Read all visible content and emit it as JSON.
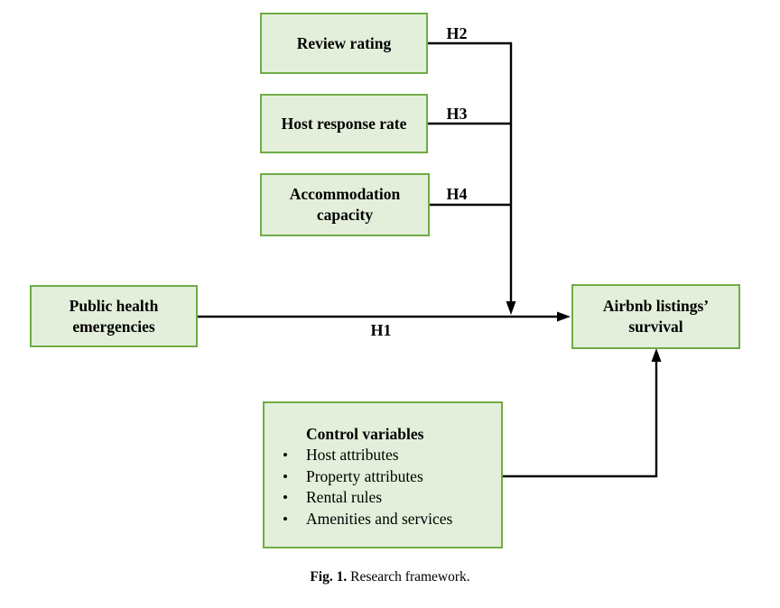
{
  "diagram": {
    "boxes": {
      "review_rating": {
        "label": "Review rating"
      },
      "host_response_rate": {
        "label": "Host response rate"
      },
      "accommodation_capacity": {
        "label": "Accommodation capacity"
      },
      "public_health_emergencies": {
        "label": "Public health emergencies"
      },
      "airbnb_survival": {
        "label": "Airbnb listings’ survival"
      },
      "control_variables": {
        "title": "Control variables",
        "bullet": "•",
        "items": [
          "Host attributes",
          "Property attributes",
          "Rental rules",
          "Amenities and services"
        ]
      }
    },
    "hypotheses": {
      "h1": "H1",
      "h2": "H2",
      "h3": "H3",
      "h4": "H4"
    },
    "colors": {
      "box_fill": "#e3efda",
      "box_border": "#6fac46",
      "line": "#000000"
    }
  },
  "caption": {
    "prefix": "Fig. 1.",
    "text": "Research framework."
  }
}
